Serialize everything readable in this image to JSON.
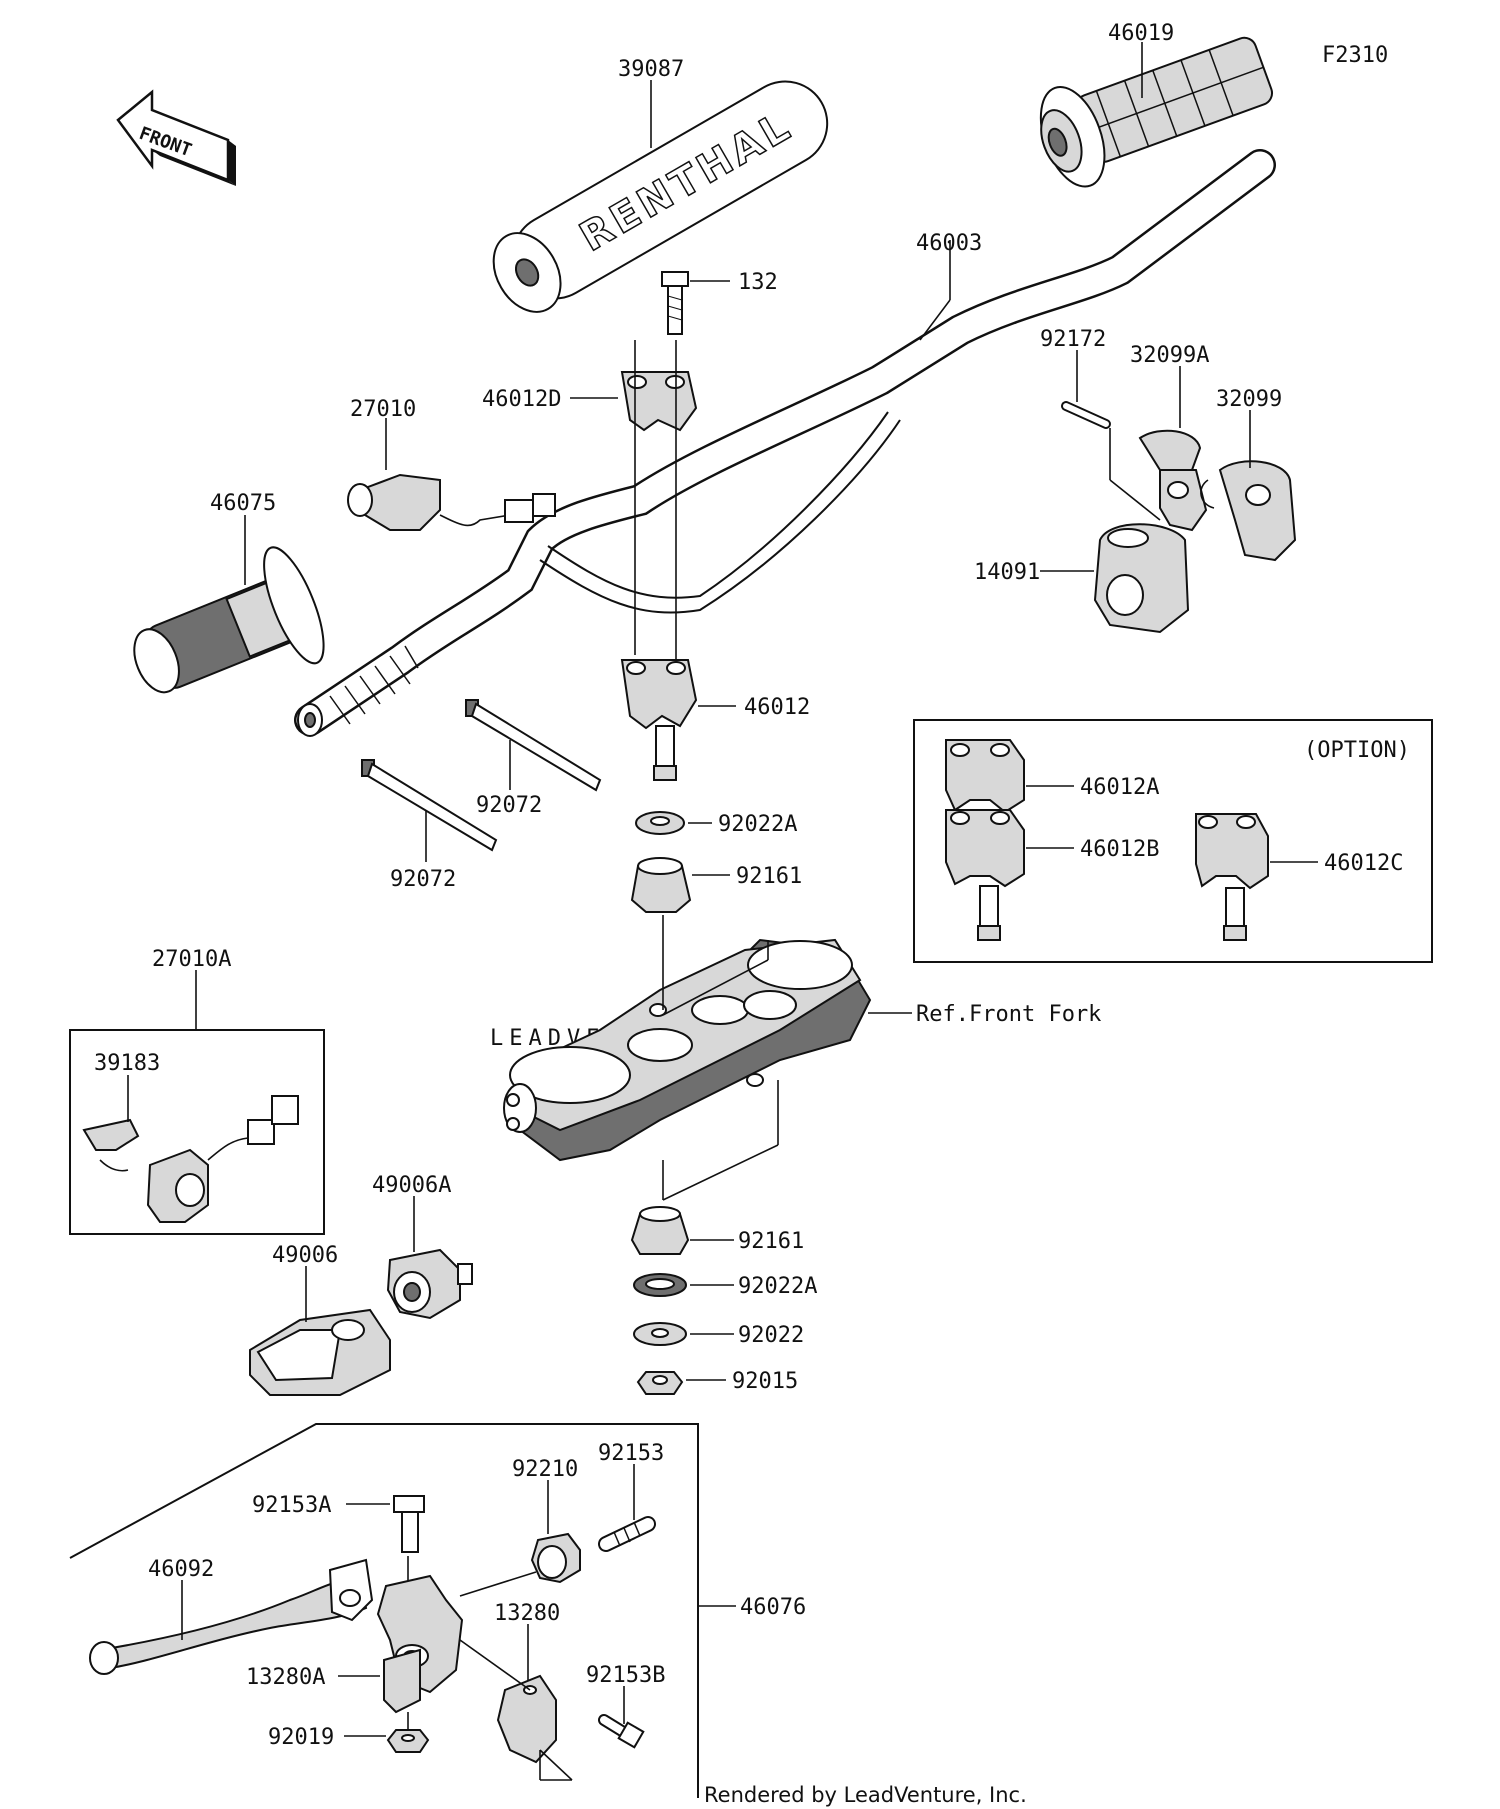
{
  "figure_code": "F2310",
  "direction_label": "FRONT",
  "watermark": "LEADVENTURE",
  "credit": "Rendered by LeadVenture, Inc.",
  "option_label": "(OPTION)",
  "ref_label": "Ref.Front Fork",
  "brand_text": "RENTHAL",
  "parts": {
    "p39087": "39087",
    "p46019": "46019",
    "p46003": "46003",
    "p132": "132",
    "p46012D": "46012D",
    "p27010": "27010",
    "p46075": "46075",
    "p92172": "92172",
    "p32099A": "32099A",
    "p32099": "32099",
    "p14091": "14091",
    "p46012": "46012",
    "p92072a": "92072",
    "p92072b": "92072",
    "p92022A_top": "92022A",
    "p92161_top": "92161",
    "p46012A": "46012A",
    "p46012B": "46012B",
    "p46012C": "46012C",
    "p27010A": "27010A",
    "p39183": "39183",
    "p49006A": "49006A",
    "p49006": "49006",
    "p92161_bot": "92161",
    "p92022A_bot": "92022A",
    "p92022": "92022",
    "p92015": "92015",
    "p92153": "92153",
    "p92210": "92210",
    "p92153A": "92153A",
    "p46092": "46092",
    "p46076": "46076",
    "p13280": "13280",
    "p13280A": "13280A",
    "p92153B": "92153B",
    "p92019": "92019"
  }
}
